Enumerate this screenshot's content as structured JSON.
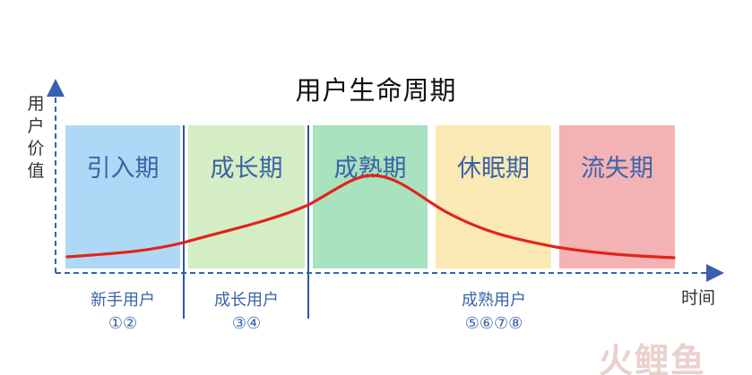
{
  "title": "用户生命周期",
  "axes": {
    "y_label": "用户价值",
    "x_label": "时间"
  },
  "stages": [
    {
      "label": "引入期",
      "color": "#aed8f5"
    },
    {
      "label": "成长期",
      "color": "#d5edc4"
    },
    {
      "label": "成熟期",
      "color": "#a8e2be"
    },
    {
      "label": "休眠期",
      "color": "#fae9b4"
    },
    {
      "label": "流失期",
      "color": "#f3b3b5"
    }
  ],
  "user_groups": [
    {
      "name": "新手用户",
      "markers": "①②"
    },
    {
      "name": "成长用户",
      "markers": "③④"
    },
    {
      "name": "成熟用户",
      "markers": "⑤⑥⑦⑧"
    }
  ],
  "colors": {
    "curve": "#e3221b",
    "axis": "#3a5fb0",
    "divider": "#2f55a8",
    "stage_text": "#3b63a8"
  },
  "watermark": "火鲤鱼"
}
